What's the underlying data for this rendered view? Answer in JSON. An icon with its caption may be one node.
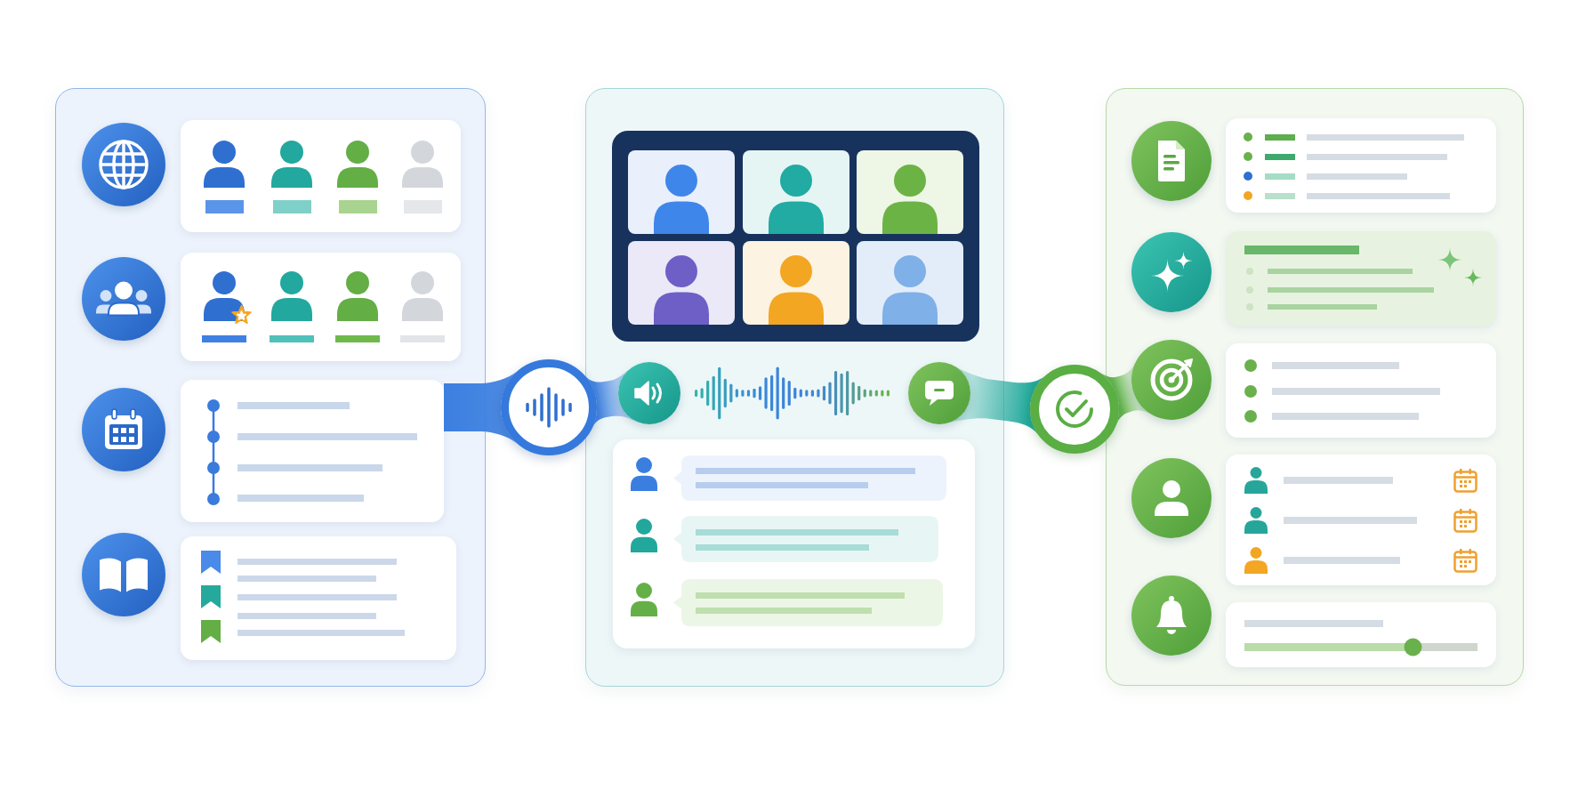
{
  "diagram": {
    "nodes": [
      {
        "text": [],
        "shape": "box"
      },
      {
        "text": [],
        "shape": "circle",
        "in": 0
      },
      {
        "text": [],
        "shape": "box",
        "in": 0
      },
      {
        "text": [],
        "shape": "circle",
        "in": 0
      },
      {
        "text": [],
        "shape": "box",
        "in": 0
      },
      {
        "text": [],
        "shape": "circle",
        "in": 0
      },
      {
        "text": [],
        "shape": "box",
        "in": 0
      },
      {
        "text": [],
        "shape": "circle",
        "in": 0
      },
      {
        "text": [],
        "shape": "box",
        "in": 0
      },
      {
        "text": [],
        "shape": "circle"
      },
      {
        "text": [],
        "shape": "box"
      },
      {
        "text": [],
        "shape": "box",
        "in": 10
      },
      {
        "text": [],
        "shape": "box",
        "in": 11
      },
      {
        "text": [],
        "shape": "box",
        "in": 11
      },
      {
        "text": [],
        "shape": "box",
        "in": 11
      },
      {
        "text": [],
        "shape": "box",
        "in": 11
      },
      {
        "text": [],
        "shape": "box",
        "in": 11
      },
      {
        "text": [],
        "shape": "box",
        "in": 11
      },
      {
        "text": [],
        "shape": "circle",
        "in": 10
      },
      {
        "text": [],
        "shape": "circle",
        "in": 10
      },
      {
        "text": [],
        "shape": "box",
        "in": 10
      },
      {
        "text": [],
        "shape": "circle"
      },
      {
        "text": [],
        "shape": "box"
      },
      {
        "text": [],
        "shape": "circle",
        "in": 22
      },
      {
        "text": [],
        "shape": "box",
        "in": 22
      },
      {
        "text": [],
        "shape": "circle",
        "in": 22
      },
      {
        "text": [],
        "shape": "box",
        "in": 22
      },
      {
        "text": [],
        "shape": "circle",
        "in": 22
      },
      {
        "text": [],
        "shape": "box",
        "in": 22
      },
      {
        "text": [],
        "shape": "circle",
        "in": 22
      },
      {
        "text": [],
        "shape": "box",
        "in": 22
      },
      {
        "text": [],
        "shape": "circle",
        "in": 22
      },
      {
        "text": [],
        "shape": "box",
        "in": 22
      }
    ],
    "edges": [
      {
        "from": 6,
        "to": 9,
        "arrow": "none",
        "color": "#3b7fe0"
      },
      {
        "from": 9,
        "to": 18,
        "arrow": "none",
        "color": "#3b7fe0"
      },
      {
        "from": 19,
        "to": 21,
        "arrow": "none",
        "color": "#22a99c"
      },
      {
        "from": 21,
        "to": 27,
        "arrow": "none",
        "color": "#5cb146"
      }
    ]
  }
}
